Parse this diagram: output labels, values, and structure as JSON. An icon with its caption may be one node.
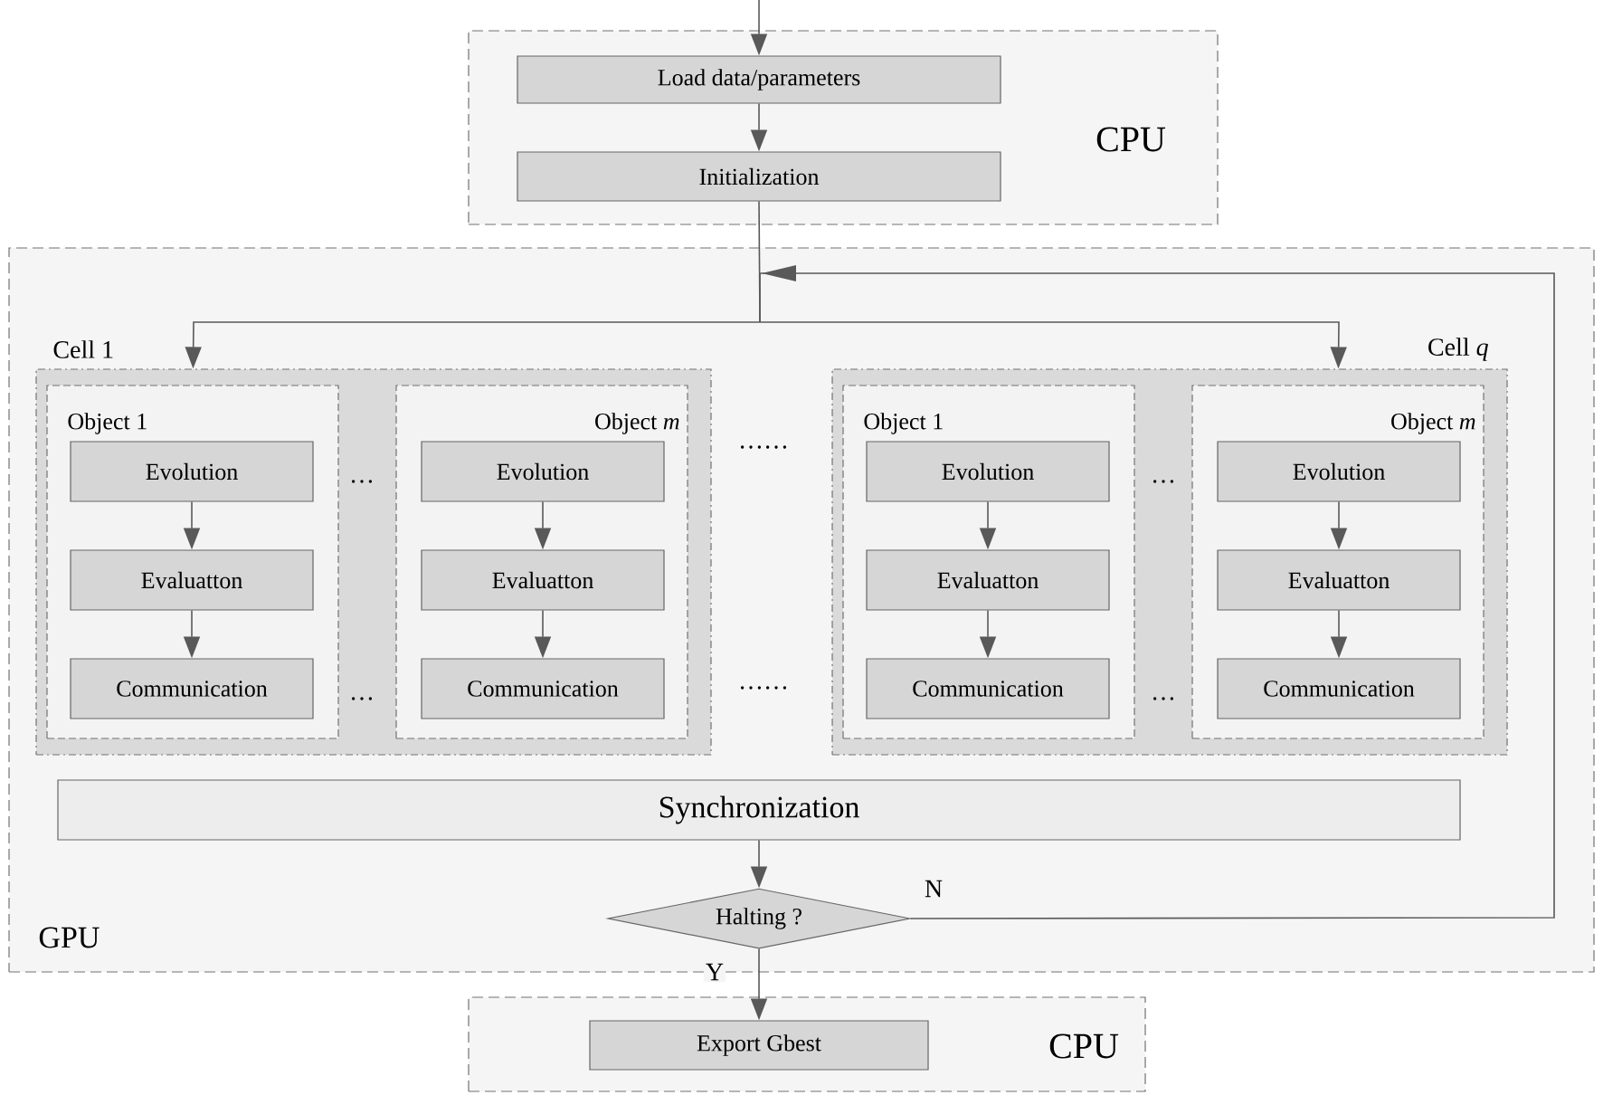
{
  "diagram": {
    "nodes": [
      {
        "text": [
          "CPU"
        ]
      },
      {
        "text": [
          "Load data/parameters"
        ],
        "in": 0
      },
      {
        "text": [
          "Initialization"
        ],
        "in": 0
      },
      {
        "text": [
          "GPU"
        ]
      },
      {
        "text": [
          "Cell 1"
        ],
        "in": 3
      },
      {
        "text": [
          "Object 1"
        ],
        "in": 4
      },
      {
        "text": [
          "Evolution"
        ],
        "in": 5
      },
      {
        "text": [
          "Evaluatton"
        ],
        "in": 5
      },
      {
        "text": [
          "Communication"
        ],
        "in": 5
      },
      {
        "text": [
          "Object *m*"
        ],
        "in": 4
      },
      {
        "text": [
          "Evolution"
        ],
        "in": 9
      },
      {
        "text": [
          "Evaluatton"
        ],
        "in": 9
      },
      {
        "text": [
          "Communication"
        ],
        "in": 9
      },
      {
        "text": [
          "Cell *q*"
        ],
        "in": 3
      },
      {
        "text": [
          "Object 1"
        ],
        "in": 13
      },
      {
        "text": [
          "Evolution"
        ],
        "in": 14
      },
      {
        "text": [
          "Evaluatton"
        ],
        "in": 14
      },
      {
        "text": [
          "Communication"
        ],
        "in": 14
      },
      {
        "text": [
          "Object *m*"
        ],
        "in": 13
      },
      {
        "text": [
          "Evolution"
        ],
        "in": 18
      },
      {
        "text": [
          "Evaluatton"
        ],
        "in": 18
      },
      {
        "text": [
          "Communication"
        ],
        "in": 18
      },
      {
        "text": [
          "Synchronization"
        ],
        "in": 3
      },
      {
        "text": [
          "Halting ?"
        ],
        "in": 3
      },
      {
        "text": [
          "CPU"
        ]
      },
      {
        "text": [
          "Export Gbest"
        ],
        "in": 24
      }
    ],
    "edges": [
      {
        "from": null,
        "to": 1,
        "arrow": "to"
      },
      {
        "from": 1,
        "to": 2,
        "arrow": "to"
      },
      {
        "from": 2,
        "to": 4,
        "arrow": "to"
      },
      {
        "from": 2,
        "to": 13,
        "arrow": "to"
      },
      {
        "from": 6,
        "to": 7,
        "arrow": "to"
      },
      {
        "from": 7,
        "to": 8,
        "arrow": "to"
      },
      {
        "from": 10,
        "to": 11,
        "arrow": "to"
      },
      {
        "from": 11,
        "to": 12,
        "arrow": "to"
      },
      {
        "from": 15,
        "to": 16,
        "arrow": "to"
      },
      {
        "from": 16,
        "to": 17,
        "arrow": "to"
      },
      {
        "from": 19,
        "to": 20,
        "arrow": "to"
      },
      {
        "from": 20,
        "to": 21,
        "arrow": "to"
      },
      {
        "from": 22,
        "to": 23,
        "arrow": "to"
      },
      {
        "from": 23,
        "to": 4,
        "arrow": "to",
        "label": "N"
      },
      {
        "from": 23,
        "to": 13,
        "arrow": "to"
      },
      {
        "from": 23,
        "to": 25,
        "arrow": "to",
        "label": "Y"
      }
    ],
    "labels": [
      "…",
      "……",
      "…",
      "…",
      "……",
      "…"
    ]
  }
}
